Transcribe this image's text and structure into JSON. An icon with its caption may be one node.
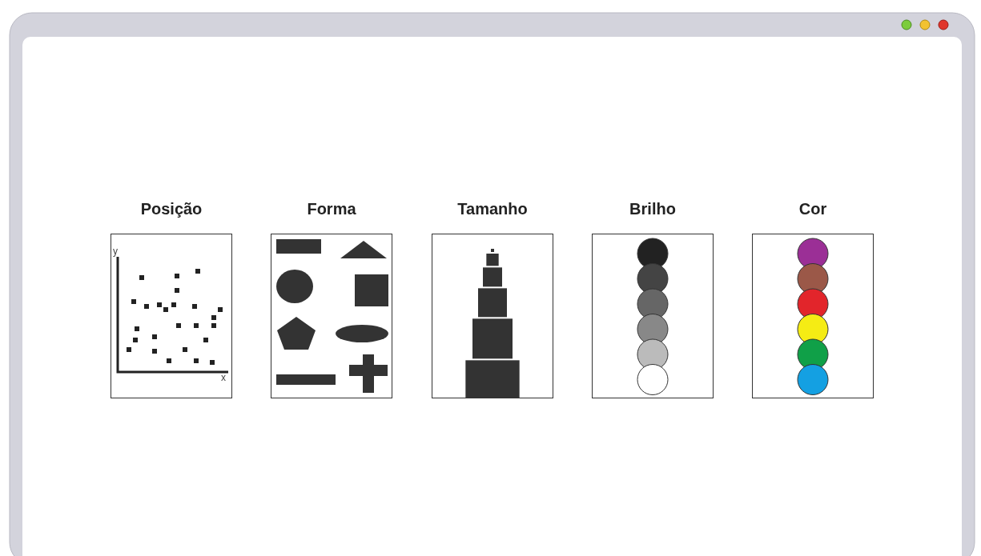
{
  "diagram": {
    "nodes": [
      {
        "text": [
          "Posição"
        ]
      },
      {
        "text": [
          "Forma"
        ]
      },
      {
        "text": [
          "Tamanho"
        ]
      },
      {
        "text": [
          "Brilho"
        ]
      },
      {
        "text": [
          "Cor"
        ]
      }
    ],
    "labels": [
      "y",
      "x"
    ]
  }
}
